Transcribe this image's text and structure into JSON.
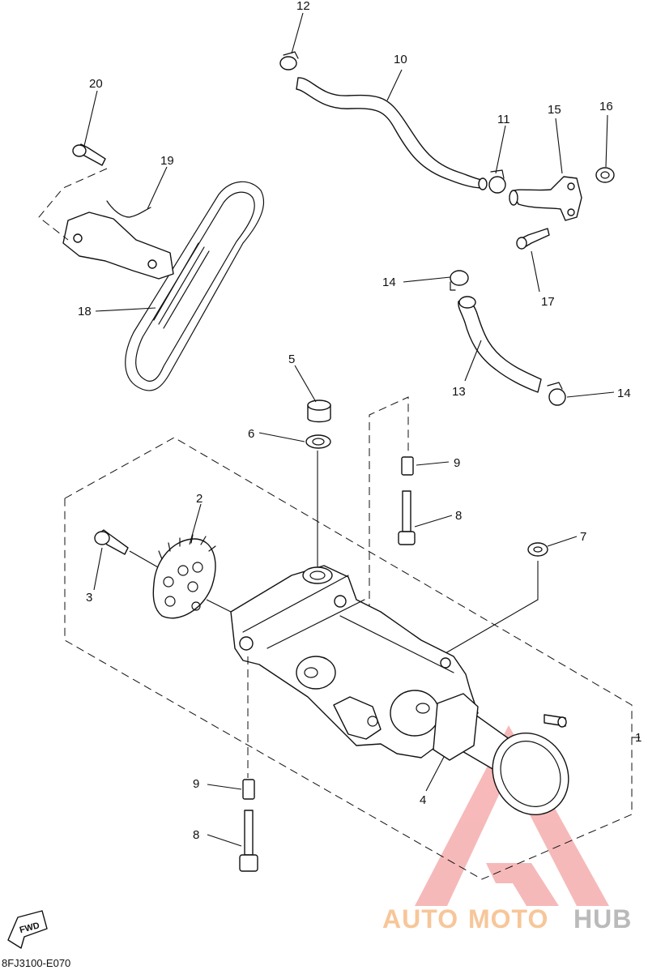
{
  "drawing_code": "8FJ3100-E070",
  "fwd_label": "FWD",
  "watermark": {
    "part_auto": "AUTO",
    "part_moto": "MOTO",
    "part_hub": "HUB",
    "color_auto": "#f6b880",
    "color_hub": "#a9a9a9",
    "logo_color": "#f08080"
  },
  "callouts": {
    "n1": "1",
    "n2": "2",
    "n3": "3",
    "n4": "4",
    "n5": "5",
    "n6": "6",
    "n7": "7",
    "n8_upper": "8",
    "n8_lower": "8",
    "n9_upper": "9",
    "n9_lower": "9",
    "n10": "10",
    "n11": "11",
    "n12": "12",
    "n13": "13",
    "n14_upper": "14",
    "n14_lower": "14",
    "n15": "15",
    "n16": "16",
    "n17": "17",
    "n18": "18",
    "n19": "19",
    "n20": "20"
  }
}
